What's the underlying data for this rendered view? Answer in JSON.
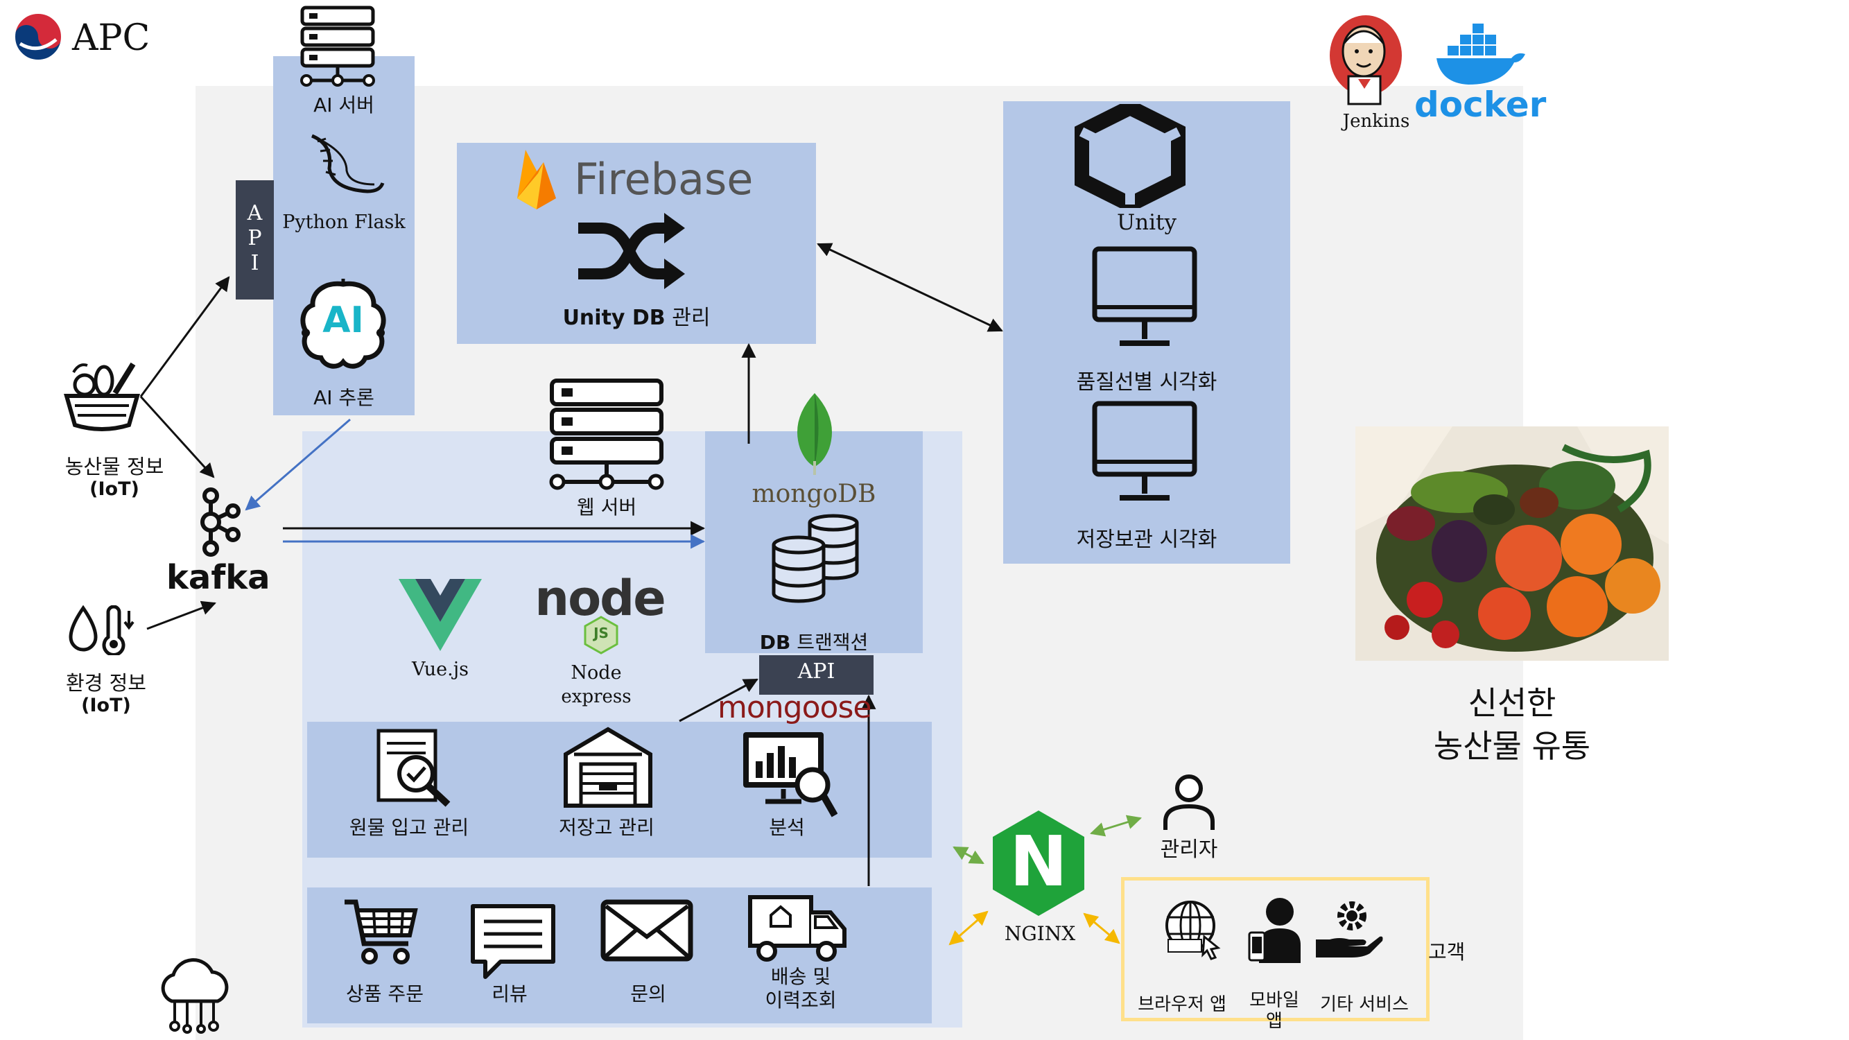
{
  "header": {
    "logo_text": "APC"
  },
  "ai_server": {
    "title": "AI 서버",
    "python_flask": "Python  Flask",
    "ai_infer": "AI 추론",
    "ai_glyph": "AI",
    "api_vertical": "A\nP\nI"
  },
  "firebase": {
    "name": "Firebase",
    "caption_bold": "Unity DB",
    "caption_rest": " 관리"
  },
  "unity": {
    "name": "Unity",
    "viz1": "품질선별 시각화",
    "viz2": "저장보관 시각화"
  },
  "devops": {
    "jenkins": "Jenkins",
    "docker": "docker"
  },
  "inputs": {
    "produce": "농산물 정보",
    "produce_iot": "(IoT)",
    "env": "환경 정보",
    "env_iot": "(IoT)",
    "kafka": "kafka"
  },
  "web_server": {
    "label": "웹 서버"
  },
  "mongo": {
    "name": "mongoDB",
    "tx_bold": "DB",
    "tx_rest": " 트랜잭션"
  },
  "stack": {
    "vue": "Vue.js",
    "node": "Node",
    "node2": "express",
    "node_logo": "node",
    "js_badge": "JS",
    "api": "API",
    "mongoose": "mongoose"
  },
  "modules_row1": [
    {
      "label": "원물 입고 관리"
    },
    {
      "label": "저장고 관리"
    },
    {
      "label": "분석"
    }
  ],
  "modules_row2": [
    {
      "label": "상품 주문"
    },
    {
      "label": "리뷰"
    },
    {
      "label": "문의"
    },
    {
      "label": "배송 및\n이력조회"
    }
  ],
  "nginx": {
    "name": "NGINX",
    "glyph": "N"
  },
  "admin": {
    "label": "관리자"
  },
  "customer": {
    "label": "고객",
    "browser": "브라우저 앱",
    "mobile": "모바일\n앱",
    "other": "기타 서비스"
  },
  "right_panel": {
    "title_line1": "신선한",
    "title_line2": "농산물 유통"
  },
  "colors": {
    "panel_blue": "#b4c7e7",
    "light_blue": "#dae3f3",
    "gray": "#f2f2f2",
    "api_dark": "#3b4252",
    "nginx_green": "#1fa33a",
    "arrow_blue": "#4472c4",
    "arrow_green": "#70ad47",
    "arrow_orange": "#f5b800",
    "customer_border": "#ffe08a"
  }
}
